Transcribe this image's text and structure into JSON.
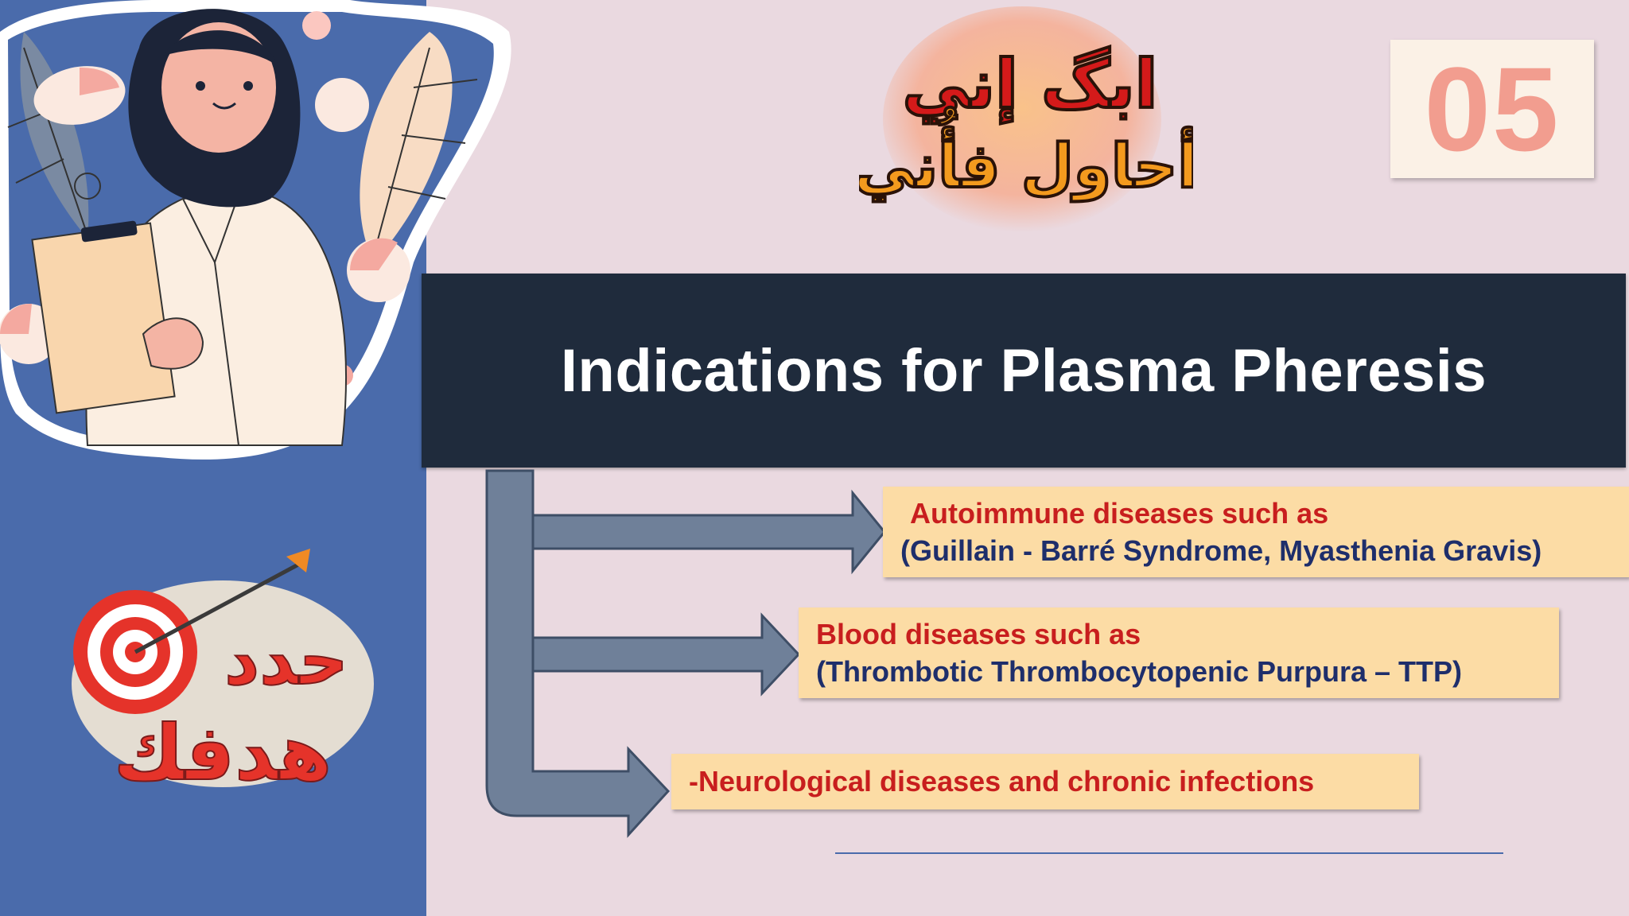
{
  "slide": {
    "number": "05",
    "title": "Indications for Plasma Pheresis"
  },
  "top_logo": {
    "text_line1": "ابگ إني",
    "text_line2": "أحاول فأُني"
  },
  "target_logo": {
    "text_line1": "حدد",
    "text_line2": "هدفك"
  },
  "indications": [
    {
      "heading": "Autoimmune diseases such as",
      "detail": "(Guillain - Barré Syndrome, Myasthenia Gravis)"
    },
    {
      "heading": "Blood diseases such as",
      "detail": "(Thrombotic Thrombocytopenic Purpura – TTP)"
    },
    {
      "heading": "-Neurological diseases and chronic infections"
    }
  ],
  "colors": {
    "sidebar": "#4a6bab",
    "background": "#ead9e0",
    "title_bar": "#1f2b3c",
    "box_fill": "#fcdca5",
    "heading_red": "#c81e1e",
    "detail_navy": "#1e2e6b",
    "arrow": "#6f8099",
    "number": "#f29d8f"
  },
  "icons": [
    "doctor-illustration",
    "target-arrow-icon"
  ]
}
